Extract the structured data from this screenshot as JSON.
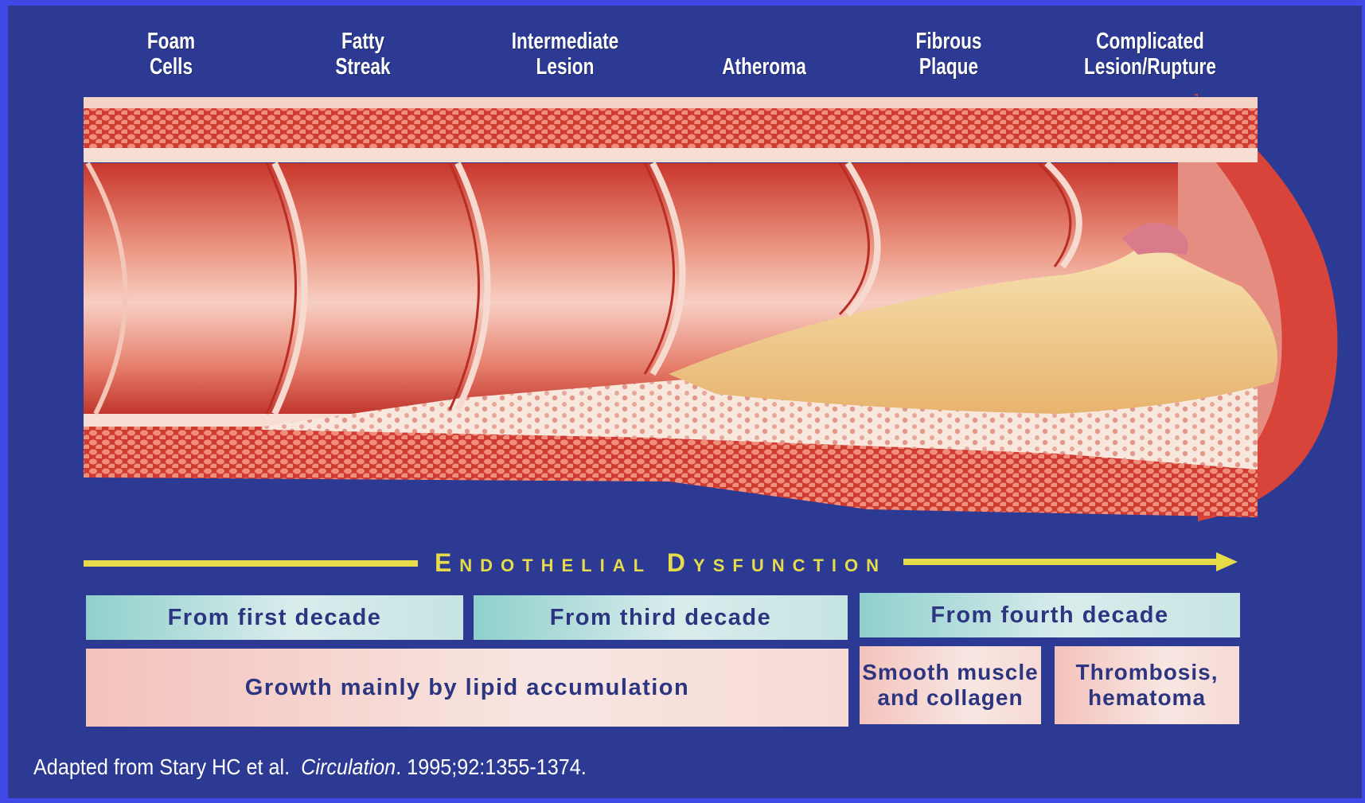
{
  "stages": [
    {
      "label": [
        "Foam",
        "Cells"
      ]
    },
    {
      "label": [
        "Fatty",
        "Streak"
      ]
    },
    {
      "label": [
        "Intermediate",
        "Lesion"
      ]
    },
    {
      "label": [
        "Atheroma"
      ]
    },
    {
      "label": [
        "Fibrous",
        "Plaque"
      ]
    },
    {
      "label": [
        "Complicated",
        "Lesion/Rupture"
      ]
    }
  ],
  "process_label": "Endothelial Dysfunction",
  "onset": {
    "first": "From first decade",
    "third": "From third decade",
    "fourth": "From fourth decade"
  },
  "growth": {
    "lipid": "Growth mainly by lipid accumulation",
    "smooth_muscle": [
      "Smooth muscle",
      "and collagen"
    ],
    "thrombosis": [
      "Thrombosis,",
      "hematoma"
    ]
  },
  "citation": {
    "prefix": "Adapted from Stary HC et al.",
    "journal": "Circulation",
    "suffix": ". 1995;92:1355-1374."
  },
  "colors": {
    "background": "#2c3a93",
    "frame": "#3f48e6",
    "arrow": "#e6dc4a",
    "vessel_wall": "#d9443a",
    "plaque": "#f0c98a"
  }
}
